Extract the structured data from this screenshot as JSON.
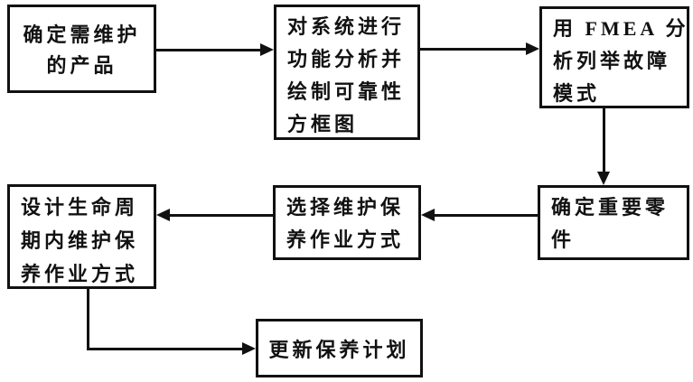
{
  "flowchart": {
    "description": "Maintenance planning flowchart",
    "colors": {
      "ink": "#111111",
      "background": "#ffffff"
    },
    "boxes": [
      {
        "id": "determine-product",
        "lines": [
          "确定需维护",
          "的产品"
        ]
      },
      {
        "id": "system-analysis",
        "lines": [
          "对系统进行",
          "功能分析并",
          "绘制可靠性",
          "方框图"
        ]
      },
      {
        "id": "fmea-analysis",
        "lines": [
          "用 FMEA 分",
          "析列举故障",
          "模式"
        ]
      },
      {
        "id": "important-parts",
        "lines": [
          "确定重要零",
          "件"
        ]
      },
      {
        "id": "select-maintenance",
        "lines": [
          "选择维护保",
          "养作业方式"
        ]
      },
      {
        "id": "lifecycle-design",
        "lines": [
          "设计生命周",
          "期内维护保",
          "养作业方式"
        ]
      },
      {
        "id": "update-plan",
        "lines": [
          "更新保养计划"
        ]
      }
    ],
    "arrows": [
      {
        "from": "determine-product",
        "to": "system-analysis",
        "direction": "right"
      },
      {
        "from": "system-analysis",
        "to": "fmea-analysis",
        "direction": "right"
      },
      {
        "from": "fmea-analysis",
        "to": "important-parts",
        "direction": "down"
      },
      {
        "from": "important-parts",
        "to": "select-maintenance",
        "direction": "left"
      },
      {
        "from": "select-maintenance",
        "to": "lifecycle-design",
        "direction": "left"
      },
      {
        "from": "lifecycle-design",
        "to": "update-plan",
        "direction": "down-right-elbow"
      }
    ]
  }
}
